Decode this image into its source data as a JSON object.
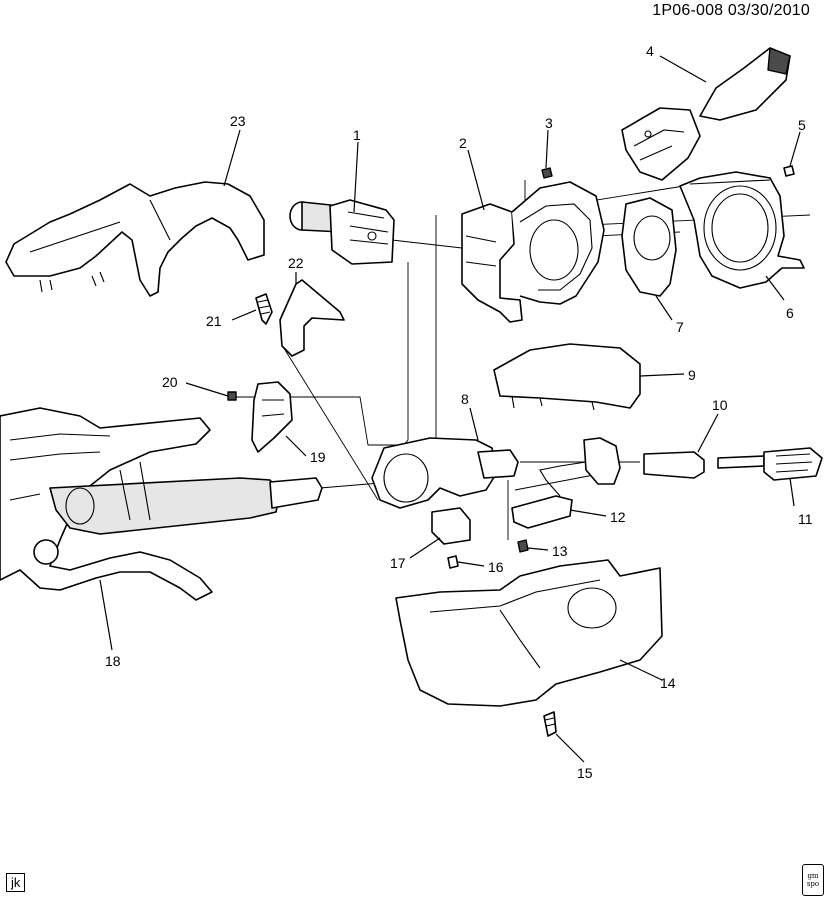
{
  "header": {
    "code": "1P06-008  03/30/2010"
  },
  "callouts": [
    {
      "id": "c1",
      "text": "1"
    },
    {
      "id": "c2",
      "text": "2"
    },
    {
      "id": "c3",
      "text": "3"
    },
    {
      "id": "c4",
      "text": "4"
    },
    {
      "id": "c5",
      "text": "5"
    },
    {
      "id": "c6",
      "text": "6"
    },
    {
      "id": "c7",
      "text": "7"
    },
    {
      "id": "c8",
      "text": "8"
    },
    {
      "id": "c9",
      "text": "9"
    },
    {
      "id": "c10",
      "text": "10"
    },
    {
      "id": "c11",
      "text": "11"
    },
    {
      "id": "c12",
      "text": "12"
    },
    {
      "id": "c13",
      "text": "13"
    },
    {
      "id": "c14",
      "text": "14"
    },
    {
      "id": "c15",
      "text": "15"
    },
    {
      "id": "c16",
      "text": "16"
    },
    {
      "id": "c17",
      "text": "17"
    },
    {
      "id": "c18",
      "text": "18"
    },
    {
      "id": "c19",
      "text": "19"
    },
    {
      "id": "c20",
      "text": "20"
    },
    {
      "id": "c21",
      "text": "21"
    },
    {
      "id": "c22",
      "text": "22"
    },
    {
      "id": "c23",
      "text": "23"
    }
  ],
  "footer": {
    "stamp": "jk",
    "badge_line1": "gm",
    "badge_line2": "spo"
  }
}
